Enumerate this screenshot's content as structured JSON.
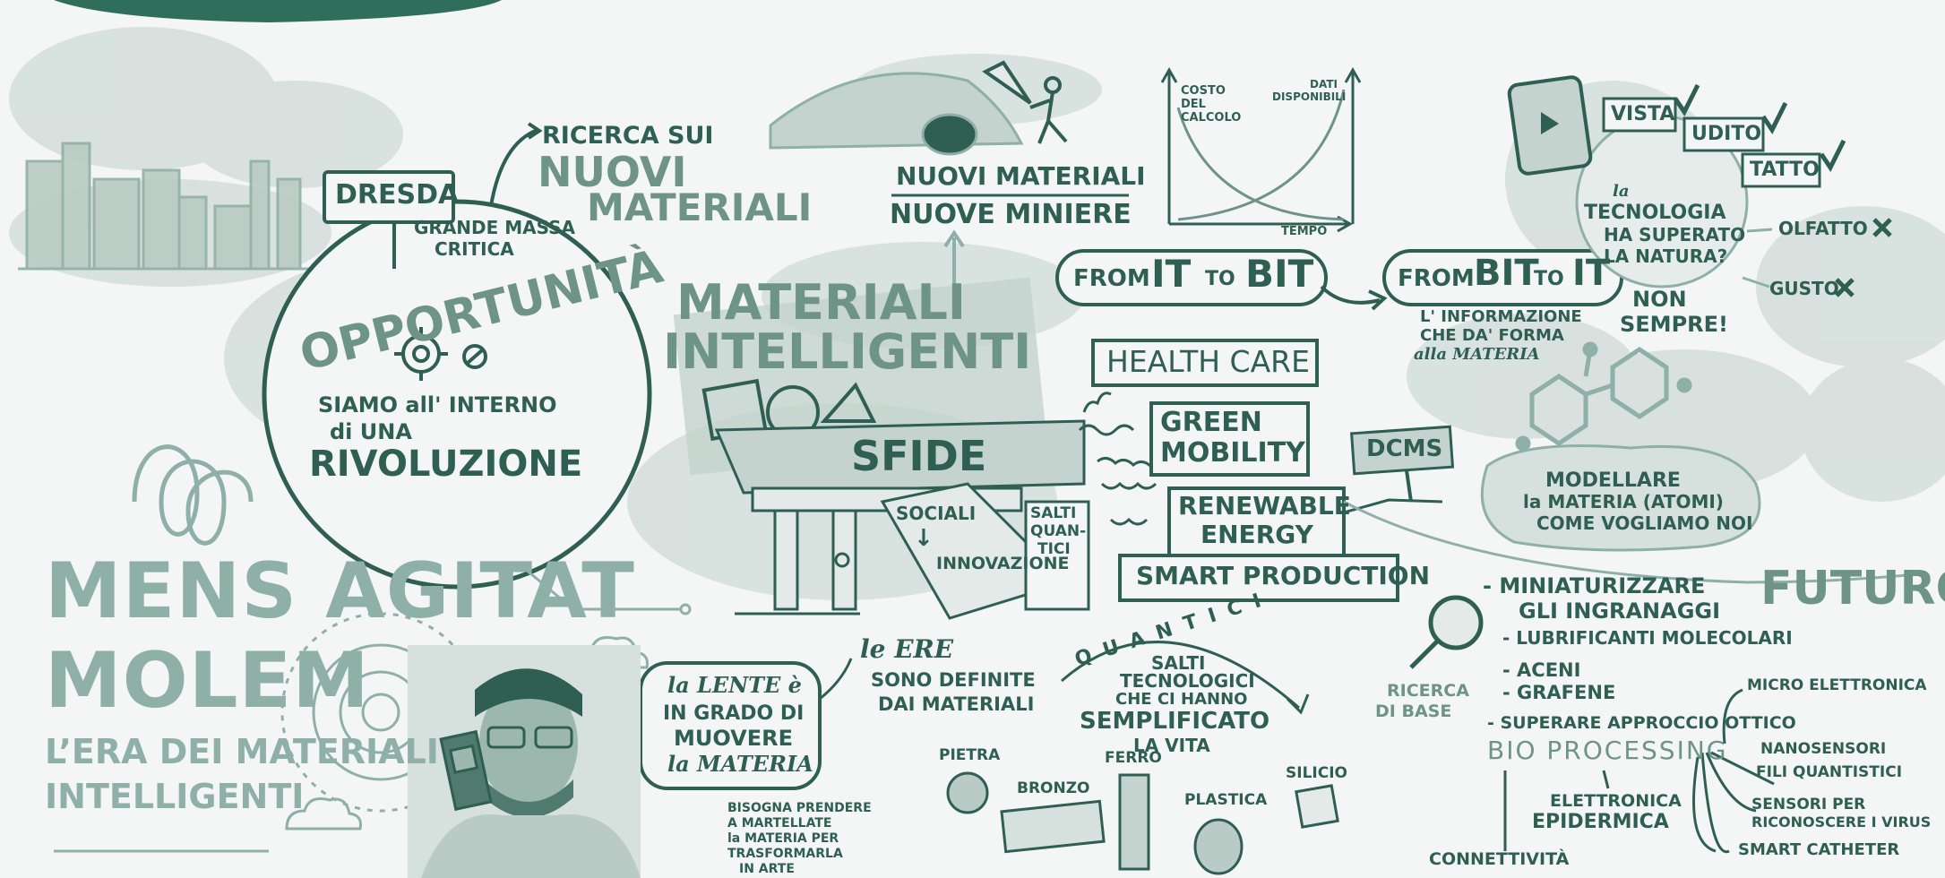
{
  "colors": {
    "ink": "#2f5f52",
    "light": "#8fb0a6",
    "wash": "#c9d6d1",
    "bg": "#f4f6f5",
    "banner": "#2f6e5b"
  },
  "header": {
    "title_1": "MENS AGITAT",
    "title_2": "MOLEM",
    "subtitle_1": "L’ERA DEI MATERIALI",
    "subtitle_2": "INTELLIGENTI"
  },
  "left": {
    "dresda": "DRESDA",
    "grande_massa_1": "GRANDE MASSA",
    "grande_massa_2": "CRITICA",
    "ricerca_1": "RICERCA SUI",
    "ricerca_2": "NUOVI",
    "ricerca_3": "MATERIALI",
    "opportunita": "OPPORTUNITÀ",
    "siamo_1": "SIAMO all' INTERNO",
    "siamo_2": "di UNA",
    "rivoluzione": "RIVOLUZIONE"
  },
  "center": {
    "nuovi_materiali": "NUOVI MATERIALI",
    "nuove_miniere": "NUOVE MINIERE",
    "materiali_1": "MATERIALI",
    "materiali_2": "INTELLIGENTI",
    "sfide": "SFIDE",
    "sociali": "SOCIALI",
    "innovazione": "INNOVAZIONE",
    "salti_quantici_1": "SALTI",
    "salti_quantici_2": "QUAN-",
    "salti_quantici_3": "TICI",
    "health_care": "HEALTH CARE",
    "green_mobility_1": "GREEN",
    "green_mobility_2": "MOBILITY",
    "renewable_1": "RENEWABLE",
    "renewable_2": "ENERGY",
    "smart_production": "SMART PRODUCTION",
    "dcms": "DCMS",
    "lente_1": "la LENTE è",
    "lente_2": "IN GRADO DI",
    "lente_3": "MUOVERE",
    "lente_4": "la MATERIA",
    "bisogna_1": "BISOGNA PRENDERE",
    "bisogna_2": "A MARTELLATE",
    "bisogna_3": "la MATERIA PER",
    "bisogna_4": "TRASFORMARLA",
    "bisogna_5": "IN ARTE",
    "ere_1": "le ERE",
    "ere_2": "SONO DEFINITE",
    "ere_3": "DAI MATERIALI",
    "quantici_arc": "QUANTICI",
    "salti_tec_1": "SALTI",
    "salti_tec_2": "TECNOLOGICI",
    "salti_tec_3": "CHE CI HANNO",
    "salti_tec_4": "SEMPLIFICATO",
    "salti_tec_5": "LA VITA",
    "pietra": "PIETRA",
    "bronzo": "BRONZO",
    "ferro": "FERRO",
    "plastica": "PLASTICA",
    "silicio": "SILICIO"
  },
  "chart": {
    "y_label_1": "COSTO",
    "y_label_2": "DEL",
    "y_label_3": "CALCOLO",
    "curve_label_1": "DATI",
    "curve_label_2": "DISPONIBILI",
    "x_label": "TEMPO"
  },
  "right": {
    "from_it_1": "FROM",
    "from_it_2": "IT",
    "from_it_3": "TO",
    "from_it_4": "BIT",
    "from_bit_1": "FROM",
    "from_bit_2": "BIT",
    "from_bit_3": "TO",
    "from_bit_4": "IT",
    "info_1": "L' INFORMAZIONE",
    "info_2": "CHE DA' FORMA",
    "info_3": "alla MATERIA",
    "vista": "VISTA",
    "udito": "UDITO",
    "tatto": "TATTO",
    "tech_1": "la",
    "tech_2": "TECNOLOGIA",
    "tech_3": "HA SUPERATO",
    "tech_4": "LA NATURA?",
    "non_sempre_1": "NON",
    "non_sempre_2": "SEMPRE!",
    "olfatto": "OLFATTO",
    "gusto": "GUSTO",
    "modellare_1": "MODELLARE",
    "modellare_2": "la MATERIA (ATOMI)",
    "modellare_3": "COME VOGLIAMO NOI",
    "futuro": "FUTURO",
    "miniaturizzare_1": "- MINIATURIZZARE",
    "miniaturizzare_2": "GLI INGRANAGGI",
    "lubrificanti": "- LUBRIFICANTI MOLECOLARI",
    "aceni": "- ACENI",
    "grafene": "- GRAFENE",
    "superare": "- SUPERARE APPROCCIO OTTICO",
    "bio_processing": "BIO PROCESSING",
    "micro_elettronica": "MICRO ELETTRONICA",
    "nanosensori": "NANOSENSORI",
    "fili_quantistici": "FILI QUANTISTICI",
    "sensori_1": "SENSORI PER",
    "sensori_2": "RICONOSCERE I VIRUS",
    "smart_catheter": "SMART CATHETER",
    "elettronica_1": "ELETTRONICA",
    "elettronica_2": "EPIDERMICA",
    "connettivita": "CONNETTIVITÀ",
    "ricerca_base_1": "RICERCA",
    "ricerca_base_2": "DI BASE"
  },
  "icons": [
    "skyline-icon",
    "gear-icon",
    "explorer-icon",
    "smartphone-icon",
    "checkmark-icon",
    "cross-icon",
    "molecule-icon",
    "magnifier-icon",
    "portrait-icon",
    "cloud-icon",
    "target-icon",
    "microchip-icon",
    "stone-icon",
    "bronze-icon",
    "iron-icon",
    "plastic-icon",
    "silicon-icon"
  ]
}
